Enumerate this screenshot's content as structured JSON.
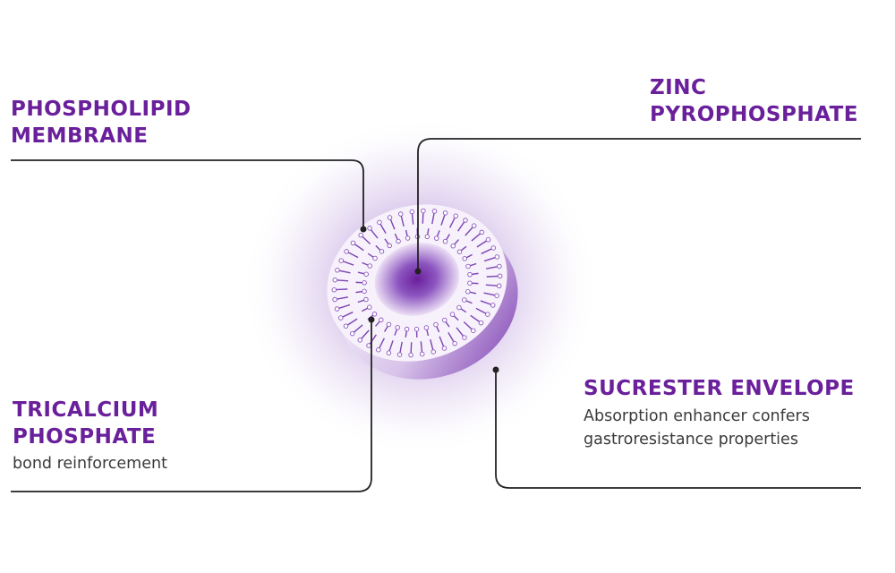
{
  "labels": {
    "phospholipid": [
      "PHOSPHOLIPID",
      "MEMBRANE"
    ],
    "zinc": [
      "ZINC",
      "PYROPHOSPHATE"
    ],
    "tricalcium": [
      "TRICALCIUM",
      "PHOSPHATE"
    ],
    "sucrester": "SUCRESTER ENVELOPE"
  },
  "descriptions": {
    "tricalcium": "bond reinforcement",
    "sucrester": [
      "Absorption enhancer confers",
      "gastroresistance properties"
    ]
  },
  "colors": {
    "accent": "#6a1f9b",
    "glow": "#9b6fc6",
    "line": "#222222",
    "text": "#3a3a3a"
  }
}
